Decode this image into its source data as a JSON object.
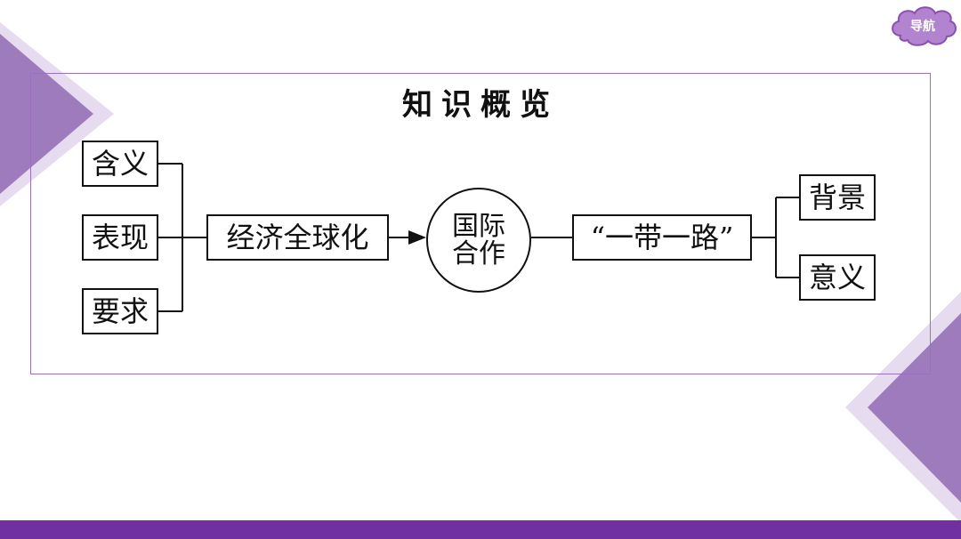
{
  "nav": {
    "label": "导航"
  },
  "title": "知识概览",
  "diagram": {
    "left_nodes": [
      "含义",
      "表现",
      "要求"
    ],
    "center_node": "经济全球化",
    "circle_node": [
      "国际",
      "合作"
    ],
    "belt_road_node": "“一带一路”",
    "right_nodes": [
      "背景",
      "意义"
    ]
  },
  "colors": {
    "accent": "#7030a0",
    "light_purple": "#b79ad1",
    "pale_purple": "#dccbea"
  }
}
